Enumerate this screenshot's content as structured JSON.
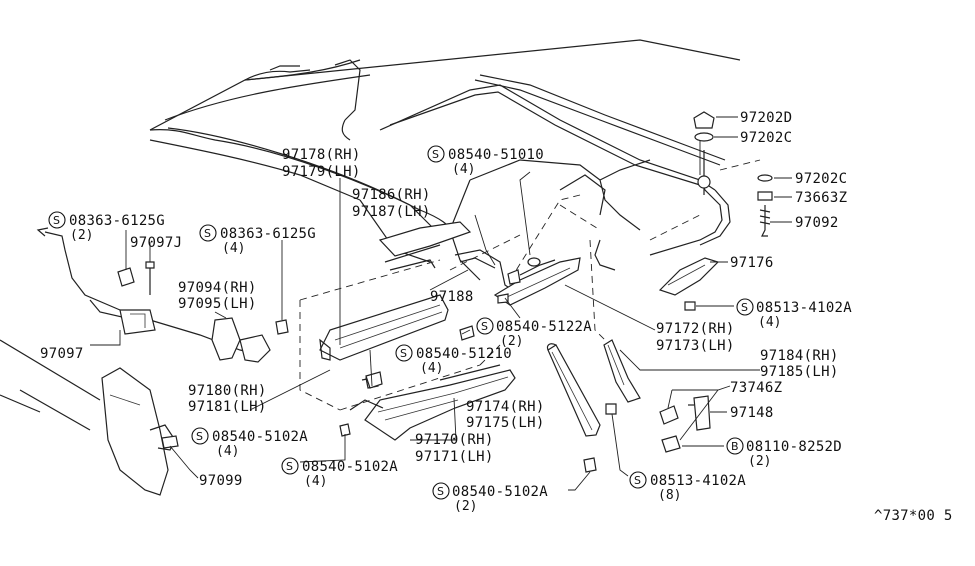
{
  "labels": {
    "p97202D": "97202D",
    "p97202C_a": "97202C",
    "p97202C_b": "97202C",
    "p73663Z": "73663Z",
    "p97092": "97092",
    "p97176": "97176",
    "p08513_4102A_a": "08513-4102A",
    "p08513_4102A_a_qty": "(4)",
    "p97172": "97172(RH)",
    "p97173": "97173(LH)",
    "p97184": "97184(RH)",
    "p97185": "97185(LH)",
    "p73746Z": "73746Z",
    "p97148": "97148",
    "p08110_8252D": "08110-8252D",
    "p08110_8252D_qty": "(2)",
    "p08513_4102A_b": "08513-4102A",
    "p08513_4102A_b_qty": "(8)",
    "p08540_5102A_c": "08540-5102A",
    "p08540_5102A_c_qty": "(2)",
    "p08540_5102A_b": "08540-5102A",
    "p08540_5102A_b_qty": "(4)",
    "p97170": "97170(RH)",
    "p97171": "97171(LH)",
    "p97174": "97174(RH)",
    "p97175": "97175(LH)",
    "p08540_51210": "08540-51210",
    "p08540_51210_qty": "(4)",
    "p08540_5122A": "08540-5122A",
    "p08540_5122A_qty": "(2)",
    "p97188": "97188",
    "p97186": "97186(RH)",
    "p97187": "97187(LH)",
    "p08540_51010": "08540-51010",
    "p08540_51010_qty": "(4)",
    "p97178": "97178(RH)",
    "p97179": "97179(LH)",
    "p08363_6125G_a": "08363-6125G",
    "p08363_6125G_a_qty": "(2)",
    "p08363_6125G_b": "08363-6125G",
    "p08363_6125G_b_qty": "(4)",
    "p97097J": "97097J",
    "p97094": "97094(RH)",
    "p97095": "97095(LH)",
    "p97097": "97097",
    "p97180": "97180(RH)",
    "p97181": "97181(LH)",
    "p08540_5102A_a": "08540-5102A",
    "p08540_5102A_a_qty": "(4)",
    "p97099": "97099",
    "ref_code": "^737*00 5"
  },
  "symbols": {
    "s": "S",
    "b": "B"
  }
}
